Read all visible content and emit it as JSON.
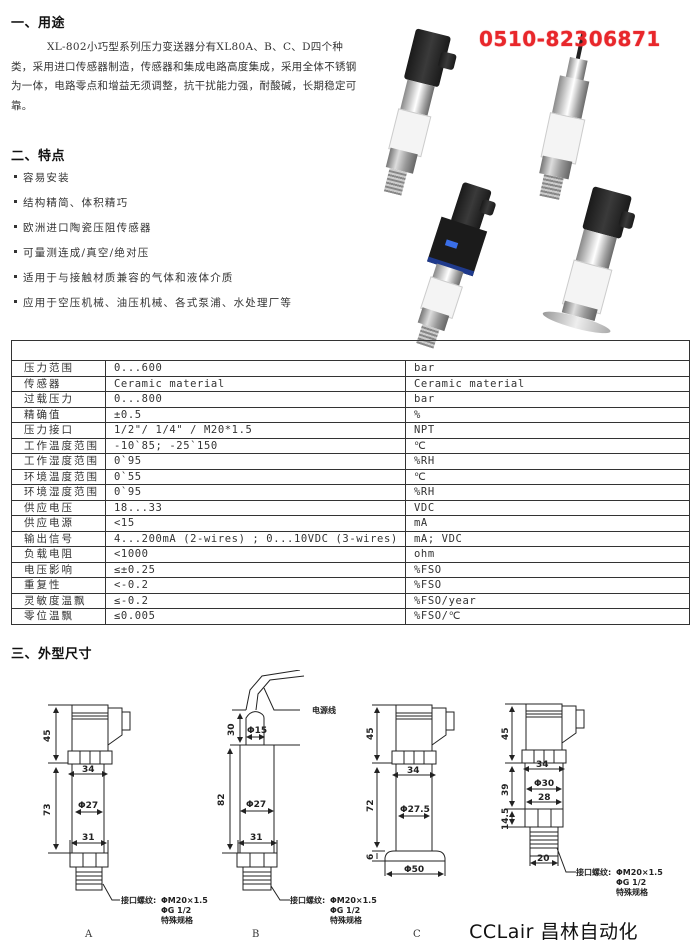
{
  "section1": {
    "heading": "一、用途",
    "paragraph_first_line": "XL-802小巧型系列压力变送器分有XL80A、B、C、D四个种类，",
    "paragraph_rest": "采用进口传感器制造，传感器和集成电路高度集成，采用全体不锈钢为一体，电路零点和增益无须调整，抗干扰能力强，耐酸碱，长期稳定可靠。"
  },
  "phone": "0510-82306871",
  "section2": {
    "heading": "二、特点",
    "features": [
      "容易安装",
      "结构精简、体积精巧",
      "欧洲进口陶瓷压阻传感器",
      "可量测连成/真空/绝对压",
      "适用于与接触材质兼容的气体和液体介质",
      "应用于空压机械、油压机械、各式泵浦、水处理厂等"
    ]
  },
  "spec_table": {
    "header": "",
    "rows": [
      {
        "param": "压力范围",
        "value": "0...600",
        "unit": "bar"
      },
      {
        "param": "传感器",
        "value": "Ceramic material",
        "unit": "Ceramic material"
      },
      {
        "param": "过载压力",
        "value": "0...800",
        "unit": "bar"
      },
      {
        "param": "精确值",
        "value": "±0.5",
        "unit": "%"
      },
      {
        "param": "压力接口",
        "value": "1/2\"/ 1/4\" / M20*1.5",
        "unit": "NPT"
      },
      {
        "param": "工作温度范围",
        "value": "-10`85; -25`150",
        "unit": "℃"
      },
      {
        "param": "工作湿度范围",
        "value": "0`95",
        "unit": "%RH"
      },
      {
        "param": "环境温度范围",
        "value": "0`55",
        "unit": "℃"
      },
      {
        "param": "环境湿度范围",
        "value": "0`95",
        "unit": "%RH"
      },
      {
        "param": "供应电压",
        "value": "18...33",
        "unit": "VDC"
      },
      {
        "param": "供应电源",
        "value": "<15",
        "unit": "mA"
      },
      {
        "param": "输出信号",
        "value": "4...200mA (2-wires) ; 0...10VDC (3-wires)",
        "unit": "mA; VDC"
      },
      {
        "param": "负载电阻",
        "value": "<1000",
        "unit": "ohm"
      },
      {
        "param": "电压影响",
        "value": "≤±0.25",
        "unit": "%FSO"
      },
      {
        "param": "重复性",
        "value": "<-0.2",
        "unit": "%FSO"
      },
      {
        "param": "灵敏度温飘",
        "value": "≤-0.2",
        "unit": "%FSO/year"
      },
      {
        "param": "零位温飘",
        "value": "≤0.005",
        "unit": "%FSO/℃"
      }
    ]
  },
  "section3": {
    "heading": "三、外型尺寸",
    "diagrams": {
      "A": {
        "caption": "A",
        "dims": [
          "45",
          "34",
          "73",
          "Φ27",
          "31"
        ]
      },
      "B": {
        "caption": "B",
        "dims": [
          "30",
          "Φ15",
          "82",
          "Φ27",
          "31"
        ],
        "cable_label": "电源线"
      },
      "C": {
        "caption": "C",
        "dims": [
          "45",
          "34",
          "72",
          "Φ27.5",
          "6",
          "Φ50"
        ]
      },
      "D": {
        "dims": [
          "45",
          "34",
          "39",
          "Φ30",
          "28",
          "14.5",
          "20"
        ]
      }
    },
    "thread_note": {
      "label": "接口螺纹:",
      "line1": "ΦM20×1.5",
      "line2": "ΦG  1/2",
      "line3": "特殊规格"
    }
  },
  "brand": "CCLair 昌林自动化"
}
